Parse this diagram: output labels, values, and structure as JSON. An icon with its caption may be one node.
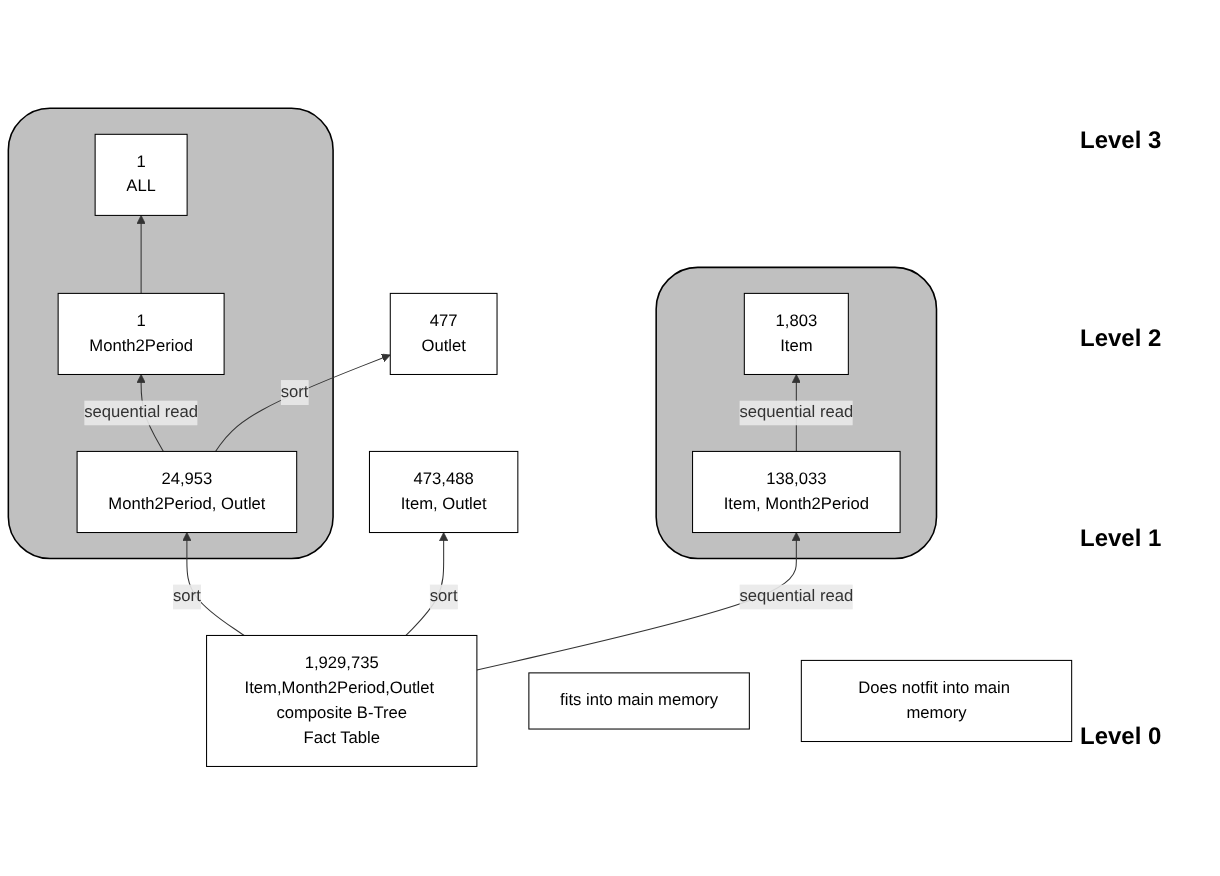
{
  "diagram": {
    "nodes": [
      {
        "text": [],
        "shape": "cloud"
      },
      {
        "text": [
          "1,803",
          "Item"
        ],
        "in": 0
      },
      {
        "text": [
          "138,033",
          "Item, Month2Period"
        ],
        "in": 0
      },
      {
        "text": [],
        "shape": "cloud"
      },
      {
        "text": [
          "1",
          "ALL"
        ],
        "in": 3
      },
      {
        "text": [
          "1",
          "Month2Period"
        ],
        "in": 3
      },
      {
        "text": [
          "24,953",
          "Month2Period, Outlet"
        ],
        "in": 3
      },
      {
        "text": [
          "477",
          "Outlet"
        ]
      },
      {
        "text": [
          "473,488",
          "Item, Outlet"
        ]
      },
      {
        "text": [
          "1,929,735",
          "Item,Month2Period,Outlet composite B-Tree",
          "Fact Table"
        ]
      },
      {
        "text": [
          "fits into main memory"
        ]
      },
      {
        "text": [
          "Does notfit into main memory"
        ]
      }
    ],
    "edges": [
      {
        "from": 9,
        "to": 2,
        "arrow": "to",
        "label": "sequential read"
      },
      {
        "from": 2,
        "to": 1,
        "arrow": "to",
        "label": "sequential read"
      },
      {
        "from": 9,
        "to": 8,
        "arrow": "to",
        "label": "sort"
      },
      {
        "from": 9,
        "to": 6,
        "arrow": "to",
        "label": "sort"
      },
      {
        "from": 6,
        "to": 5,
        "arrow": "to",
        "label": "sequential read"
      },
      {
        "from": 6,
        "to": 7,
        "arrow": "to",
        "label": "sort"
      },
      {
        "from": 5,
        "to": 4,
        "arrow": "to"
      }
    ],
    "labels": [
      "Level 3",
      "Level 2",
      "Level 1",
      "Level 0"
    ]
  }
}
